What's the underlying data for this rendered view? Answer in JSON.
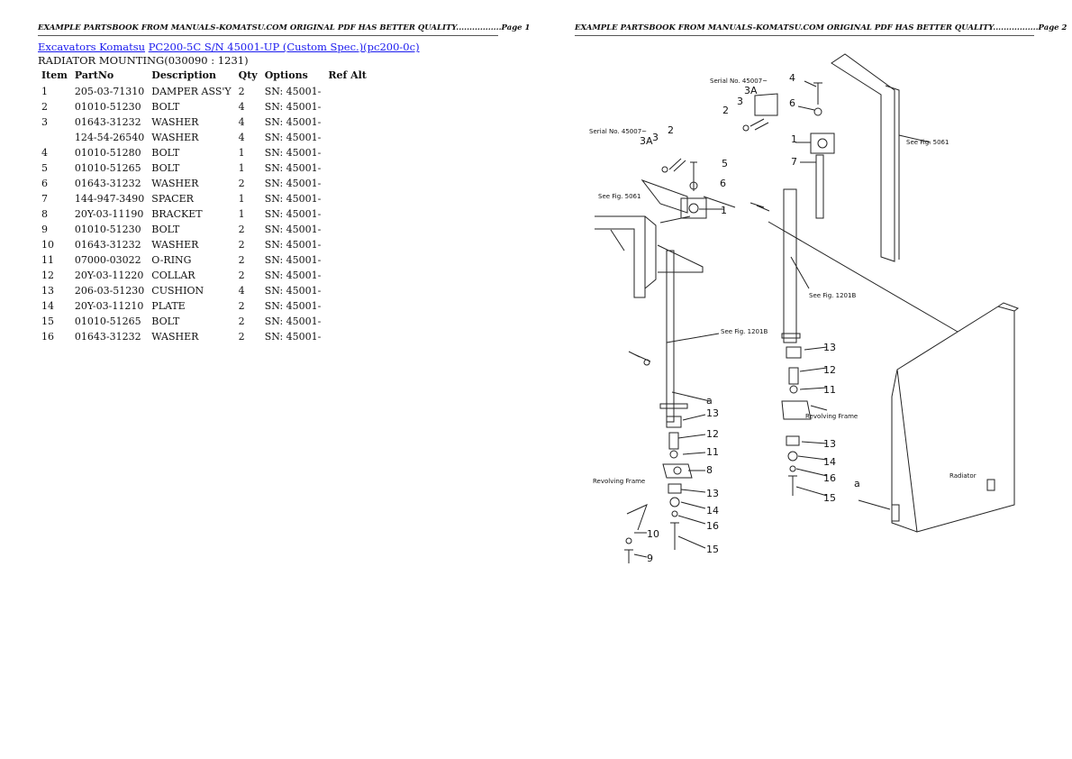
{
  "headers": {
    "page1": "EXAMPLE PARTSBOOK FROM MANUALS-KOMATSU.COM ORIGINAL PDF HAS BETTER QUALITY.................Page 1",
    "page2": "EXAMPLE PARTSBOOK FROM MANUALS-KOMATSU.COM ORIGINAL PDF HAS BETTER QUALITY.................Page 2"
  },
  "breadcrumb": {
    "link1": "Excavators Komatsu",
    "link2": "PC200-5C S/N 45001-UP (Custom Spec.)(pc200-0c)"
  },
  "section_title": "RADIATOR MOUNTING(030090 : 1231)",
  "table": {
    "columns": [
      "Item",
      "PartNo",
      "Description",
      "Qty",
      "Options",
      "Ref Alt"
    ],
    "rows": [
      {
        "item": "1",
        "partno": "205-03-71310",
        "desc": "DAMPER ASS'Y",
        "qty": "2",
        "options": "SN: 45001-",
        "ref": ""
      },
      {
        "item": "2",
        "partno": "01010-51230",
        "desc": "BOLT",
        "qty": "4",
        "options": "SN: 45001-",
        "ref": ""
      },
      {
        "item": "3",
        "partno": "01643-31232",
        "desc": "WASHER",
        "qty": "4",
        "options": "SN: 45001-",
        "ref": ""
      },
      {
        "item": "",
        "partno": "124-54-26540",
        "desc": "WASHER",
        "qty": "4",
        "options": "SN: 45001-",
        "ref": ""
      },
      {
        "item": "4",
        "partno": "01010-51280",
        "desc": "BOLT",
        "qty": "1",
        "options": "SN: 45001-",
        "ref": ""
      },
      {
        "item": "5",
        "partno": "01010-51265",
        "desc": "BOLT",
        "qty": "1",
        "options": "SN: 45001-",
        "ref": ""
      },
      {
        "item": "6",
        "partno": "01643-31232",
        "desc": "WASHER",
        "qty": "2",
        "options": "SN: 45001-",
        "ref": ""
      },
      {
        "item": "7",
        "partno": "144-947-3490",
        "desc": "SPACER",
        "qty": "1",
        "options": "SN: 45001-",
        "ref": ""
      },
      {
        "item": "8",
        "partno": "20Y-03-11190",
        "desc": "BRACKET",
        "qty": "1",
        "options": "SN: 45001-",
        "ref": ""
      },
      {
        "item": "9",
        "partno": "01010-51230",
        "desc": "BOLT",
        "qty": "2",
        "options": "SN: 45001-",
        "ref": ""
      },
      {
        "item": "10",
        "partno": "01643-31232",
        "desc": "WASHER",
        "qty": "2",
        "options": "SN: 45001-",
        "ref": ""
      },
      {
        "item": "11",
        "partno": "07000-03022",
        "desc": "O-RING",
        "qty": "2",
        "options": "SN: 45001-",
        "ref": ""
      },
      {
        "item": "12",
        "partno": "20Y-03-11220",
        "desc": "COLLAR",
        "qty": "2",
        "options": "SN: 45001-",
        "ref": ""
      },
      {
        "item": "13",
        "partno": "206-03-51230",
        "desc": "CUSHION",
        "qty": "4",
        "options": "SN: 45001-",
        "ref": ""
      },
      {
        "item": "14",
        "partno": "20Y-03-11210",
        "desc": "PLATE",
        "qty": "2",
        "options": "SN: 45001-",
        "ref": ""
      },
      {
        "item": "15",
        "partno": "01010-51265",
        "desc": "BOLT",
        "qty": "2",
        "options": "SN: 45001-",
        "ref": ""
      },
      {
        "item": "16",
        "partno": "01643-31232",
        "desc": "WASHER",
        "qty": "2",
        "options": "SN: 45001-",
        "ref": ""
      }
    ]
  },
  "diagram": {
    "callouts_left": [
      "2",
      "3",
      "3A",
      "5",
      "6",
      "1",
      "a",
      "13",
      "12",
      "11",
      "8",
      "13",
      "14",
      "16",
      "15",
      "10",
      "9"
    ],
    "callouts_right": [
      "4",
      "2",
      "3",
      "3A",
      "6",
      "1",
      "7",
      "13",
      "12",
      "11",
      "13",
      "14",
      "16",
      "15",
      "a"
    ],
    "notes": {
      "serial_left": "Serial No. 45007~",
      "serial_right": "Serial No. 45007~",
      "see_5061_left": "See Fig. 5061",
      "see_5061_right": "See Fig. 5061",
      "see_1201b_a": "See Fig. 1201B",
      "see_1201b_b": "See Fig. 1201B",
      "frame_left": "Revolving Frame",
      "frame_right": "Revolving Frame",
      "radiator": "Radiator"
    },
    "line_color": "#222222"
  }
}
